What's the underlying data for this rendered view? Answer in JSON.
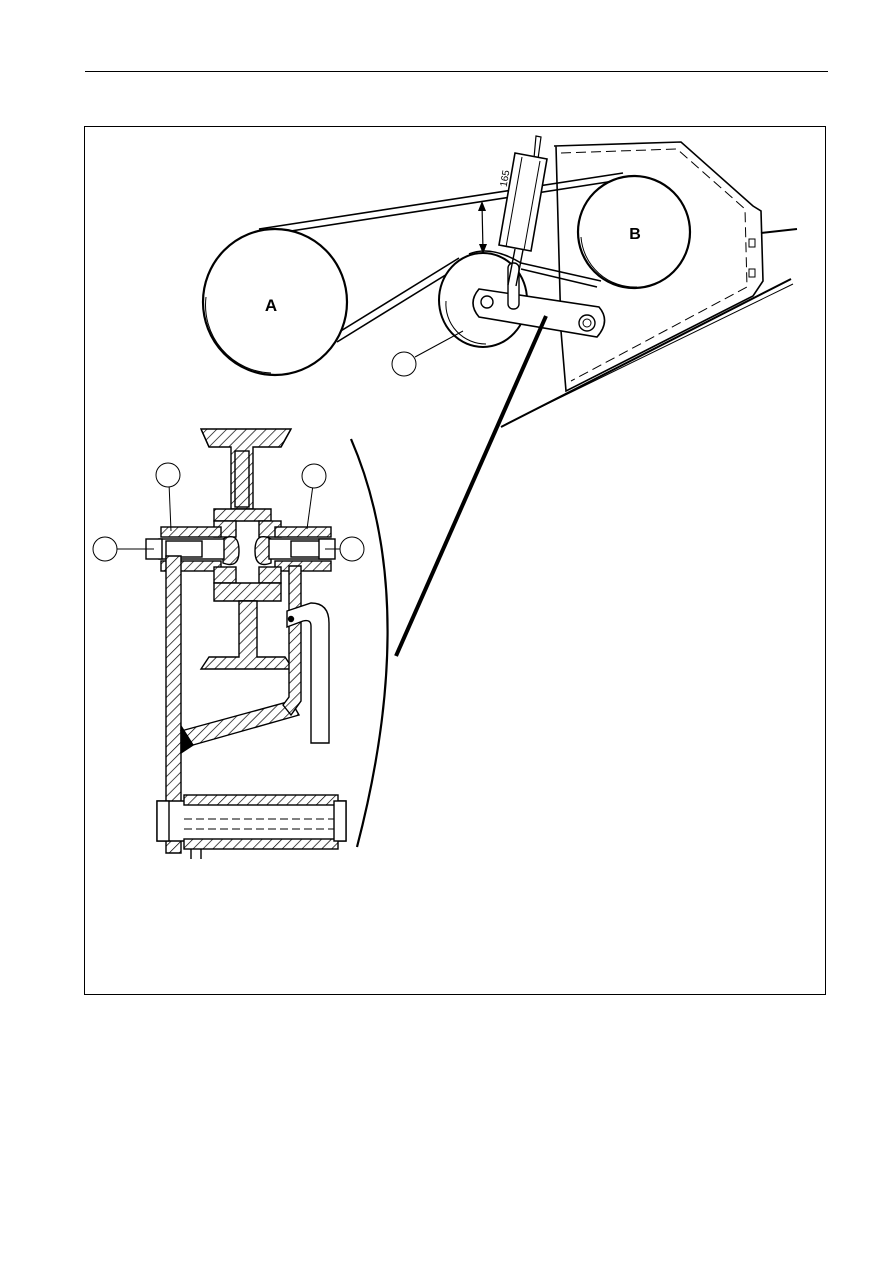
{
  "figure": {
    "pulley_a_label": "A",
    "pulley_b_label": "B",
    "dimension_label": "165",
    "callouts": [
      "",
      "",
      "",
      "",
      ""
    ]
  }
}
